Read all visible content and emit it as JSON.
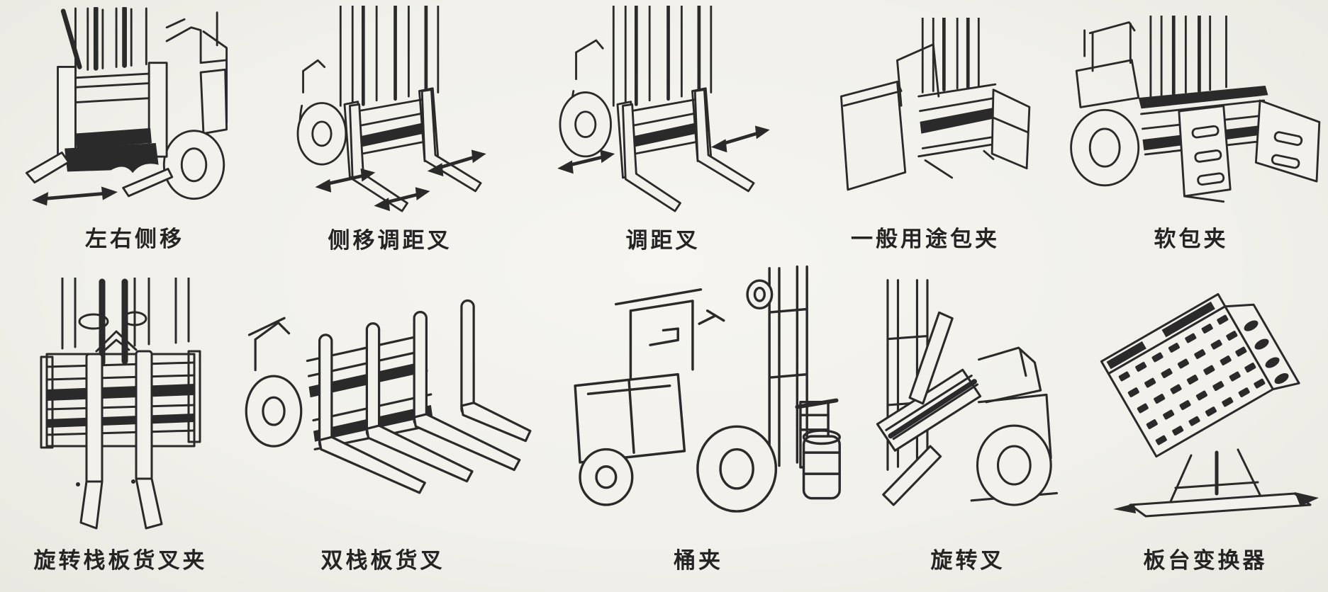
{
  "page": {
    "background_color": "#f2f1ec",
    "ink_color": "#2a2a2a"
  },
  "figures": {
    "row1": [
      {
        "label": "左右侧移",
        "illustration": "side-shift-carriage-icon"
      },
      {
        "label": "侧移调距叉",
        "illustration": "side-shift-fork-positioner-icon"
      },
      {
        "label": "调距叉",
        "illustration": "fork-positioner-icon"
      },
      {
        "label": "一般用途包夹",
        "illustration": "general-purpose-bale-clamp-icon"
      },
      {
        "label": "软包夹",
        "illustration": "soft-bale-clamp-icon"
      }
    ],
    "row2": [
      {
        "label": "旋转栈板货叉夹",
        "illustration": "rotating-pallet-fork-clamp-icon"
      },
      {
        "label": "双栈板货叉",
        "illustration": "double-pallet-forks-icon"
      },
      {
        "label": "桶夹",
        "illustration": "drum-clamp-forklift-icon"
      },
      {
        "label": "旋转叉",
        "illustration": "rotating-fork-icon"
      },
      {
        "label": "板台变换器",
        "illustration": "platform-changer-icon"
      }
    ]
  }
}
